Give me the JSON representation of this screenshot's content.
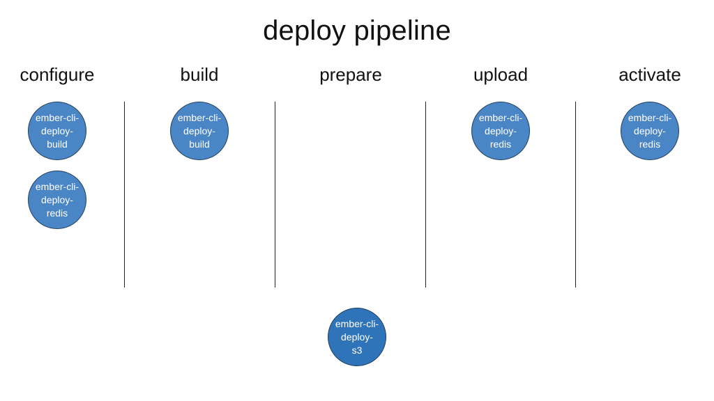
{
  "title": "deploy pipeline",
  "colors": {
    "plugin_fill": "#4a86c6",
    "plugin_fill_highlight": "#2f73b8",
    "plugin_border": "#233f5f"
  },
  "stages": [
    {
      "label": "configure",
      "plugins": [
        "ember-cli-\ndeploy-\nbuild",
        "ember-cli-\ndeploy-\nredis"
      ]
    },
    {
      "label": "build",
      "plugins": [
        "ember-cli-\ndeploy-\nbuild"
      ]
    },
    {
      "label": "prepare",
      "plugins": []
    },
    {
      "label": "upload",
      "plugins": [
        "ember-cli-\ndeploy-\nredis"
      ]
    },
    {
      "label": "activate",
      "plugins": [
        "ember-cli-\ndeploy-\nredis"
      ]
    }
  ],
  "extra_plugin": "ember-cli-\ndeploy-\ns3"
}
